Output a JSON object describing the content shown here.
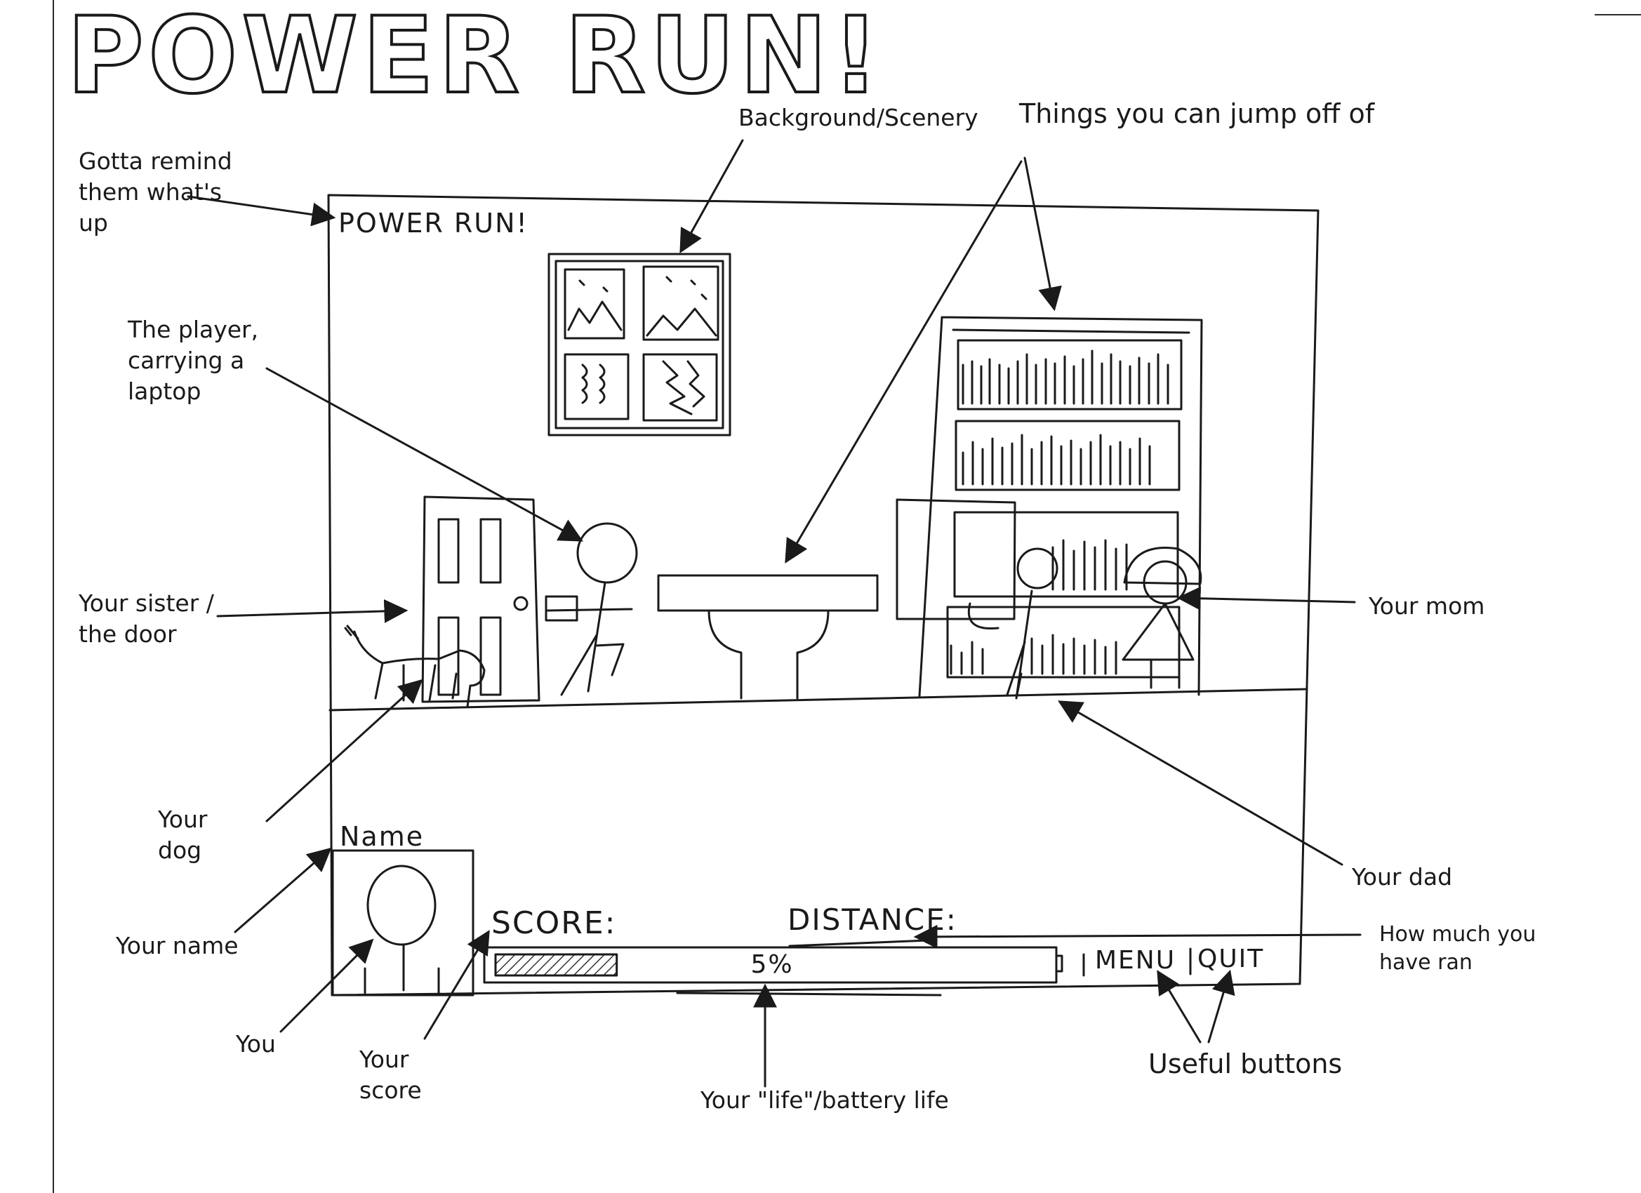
{
  "title": "POWER RUN!",
  "screen": {
    "title": "POWER RUN!",
    "name_label": "Name",
    "score_label": "SCORE:",
    "distance_label": "DISTANCE:",
    "battery_percent": "5%",
    "battery_level": 0.22,
    "buttons": {
      "menu": "MENU",
      "quit": "QUIT"
    }
  },
  "annotations": {
    "remind": "Gotta remind them what's up",
    "scenery": "Background/Scenery",
    "jump": "Things you can jump off of",
    "player": "The player, carrying a laptop",
    "sister": "Your sister / the door",
    "mom": "Your mom",
    "dog": "Your dog",
    "dad": "Your dad",
    "name": "Your name",
    "distance": "How much you have ran",
    "you": "You",
    "score": "Your score",
    "buttons": "Useful buttons",
    "life": "Your \"life\"/battery life"
  },
  "colors": {
    "ink": "#1a1a1a",
    "paper": "#ffffff",
    "hatch": "#333333"
  }
}
